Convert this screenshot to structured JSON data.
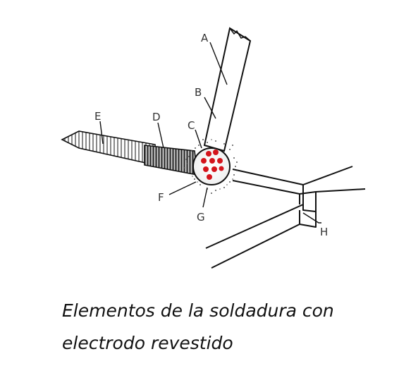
{
  "labels": {
    "A": "A",
    "B": "B",
    "C": "C",
    "D": "D",
    "E": "E",
    "F": "F",
    "G": "G",
    "H": "H"
  },
  "caption": {
    "line1": "Elementos de la soldadura con",
    "line2": "electrodo revestido"
  },
  "colors": {
    "line": "#111111",
    "droplets": "#d4141c",
    "spatter": "#555555"
  }
}
